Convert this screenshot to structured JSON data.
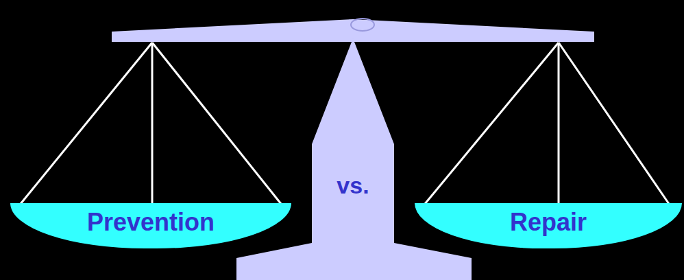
{
  "diagram": {
    "nodes": [
      {
        "text": [
          "Prevention"
        ]
      },
      {
        "text": [
          "vs."
        ]
      },
      {
        "text": [
          "Repair"
        ]
      }
    ]
  }
}
